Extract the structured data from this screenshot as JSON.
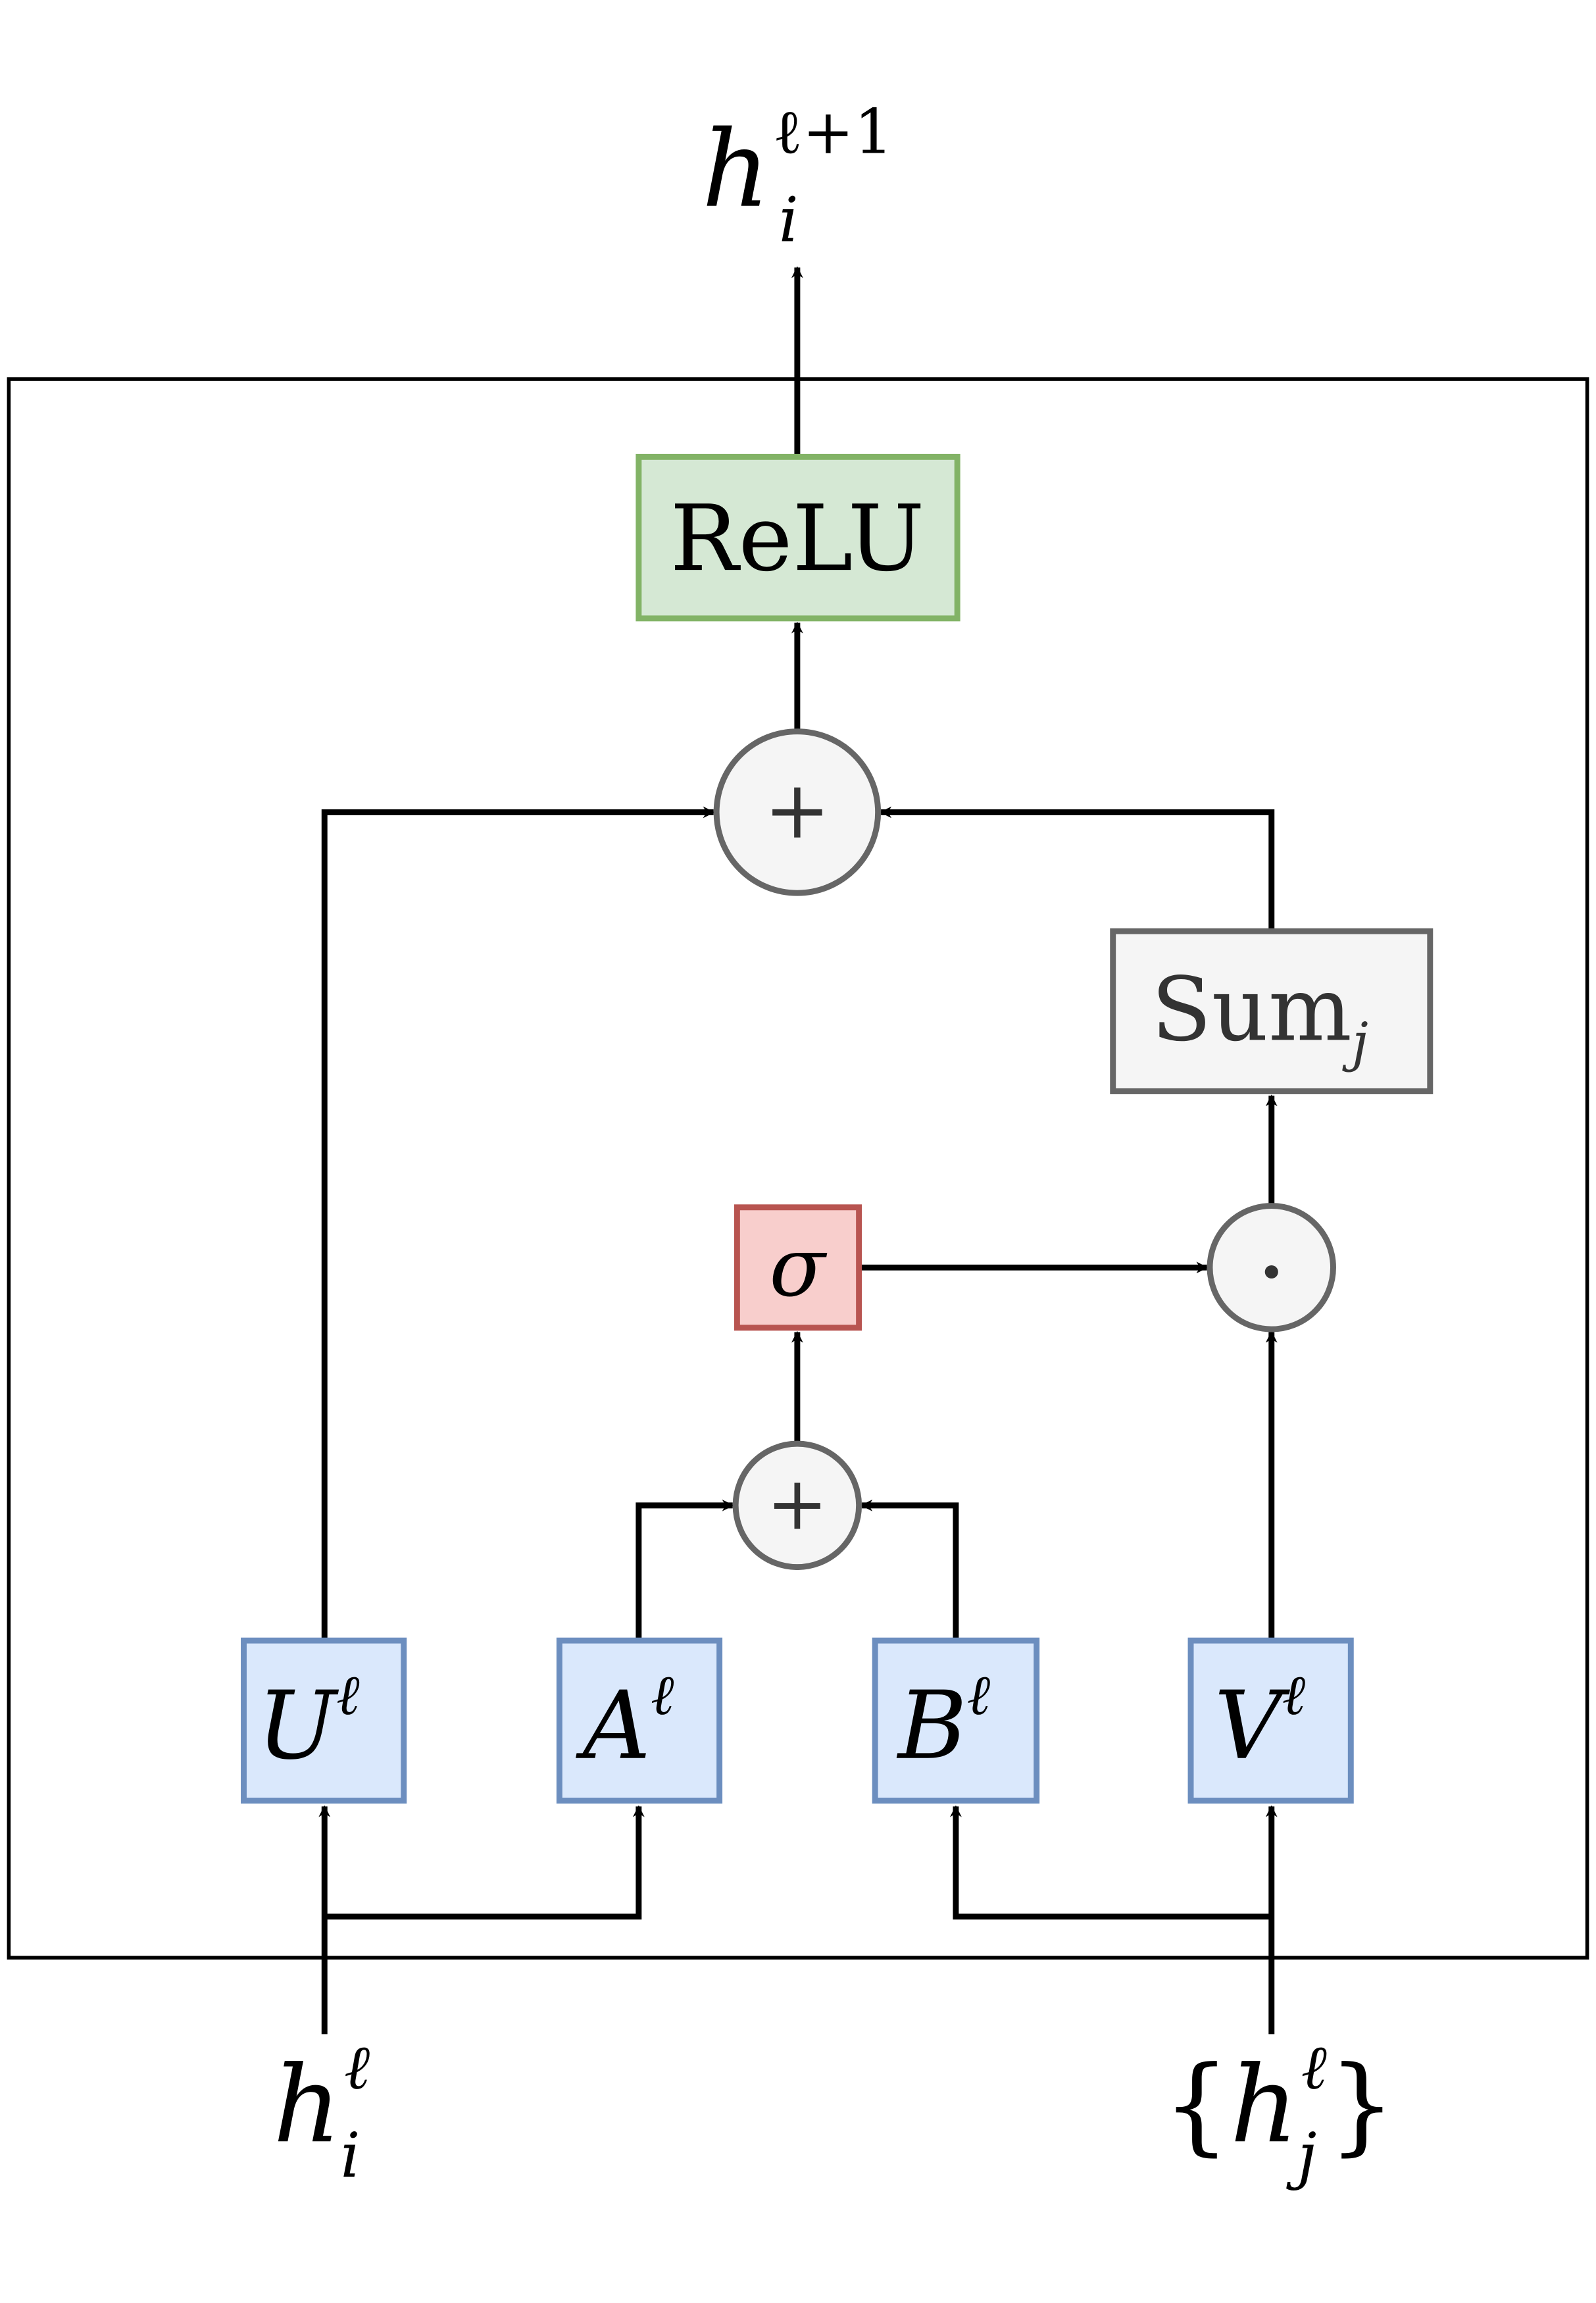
{
  "output_label": {
    "base": "h",
    "sub": "i",
    "sup": "ℓ+1"
  },
  "input_i_label": {
    "base": "h",
    "sub": "i",
    "sup": "ℓ"
  },
  "input_j_label": {
    "open": "{",
    "base": "h",
    "sub": "j",
    "sup": "ℓ",
    "close": "}"
  },
  "nodes": {
    "relu": {
      "label": "ReLU",
      "fill": "#d5e8d4",
      "stroke": "#82b366"
    },
    "plus_top": {
      "label": "+",
      "fill": "#f5f5f5",
      "stroke": "#666666"
    },
    "sum": {
      "label": "Sum",
      "sub": "j",
      "fill": "#f5f5f5",
      "stroke": "#666666"
    },
    "sigma": {
      "label": "σ",
      "fill": "#f8cecc",
      "stroke": "#b85450"
    },
    "hadamard": {
      "label": "⊙",
      "fill": "#f5f5f5",
      "stroke": "#666666"
    },
    "plus_bottom": {
      "label": "+",
      "fill": "#f5f5f5",
      "stroke": "#666666"
    },
    "U": {
      "label": "U",
      "sup": "ℓ",
      "fill": "#dae8fc",
      "stroke": "#6c8ebf"
    },
    "A": {
      "label": "A",
      "sup": "ℓ",
      "fill": "#dae8fc",
      "stroke": "#6c8ebf"
    },
    "B": {
      "label": "B",
      "sup": "ℓ",
      "fill": "#dae8fc",
      "stroke": "#6c8ebf"
    },
    "V": {
      "label": "V",
      "sup": "ℓ",
      "fill": "#dae8fc",
      "stroke": "#6c8ebf"
    }
  }
}
